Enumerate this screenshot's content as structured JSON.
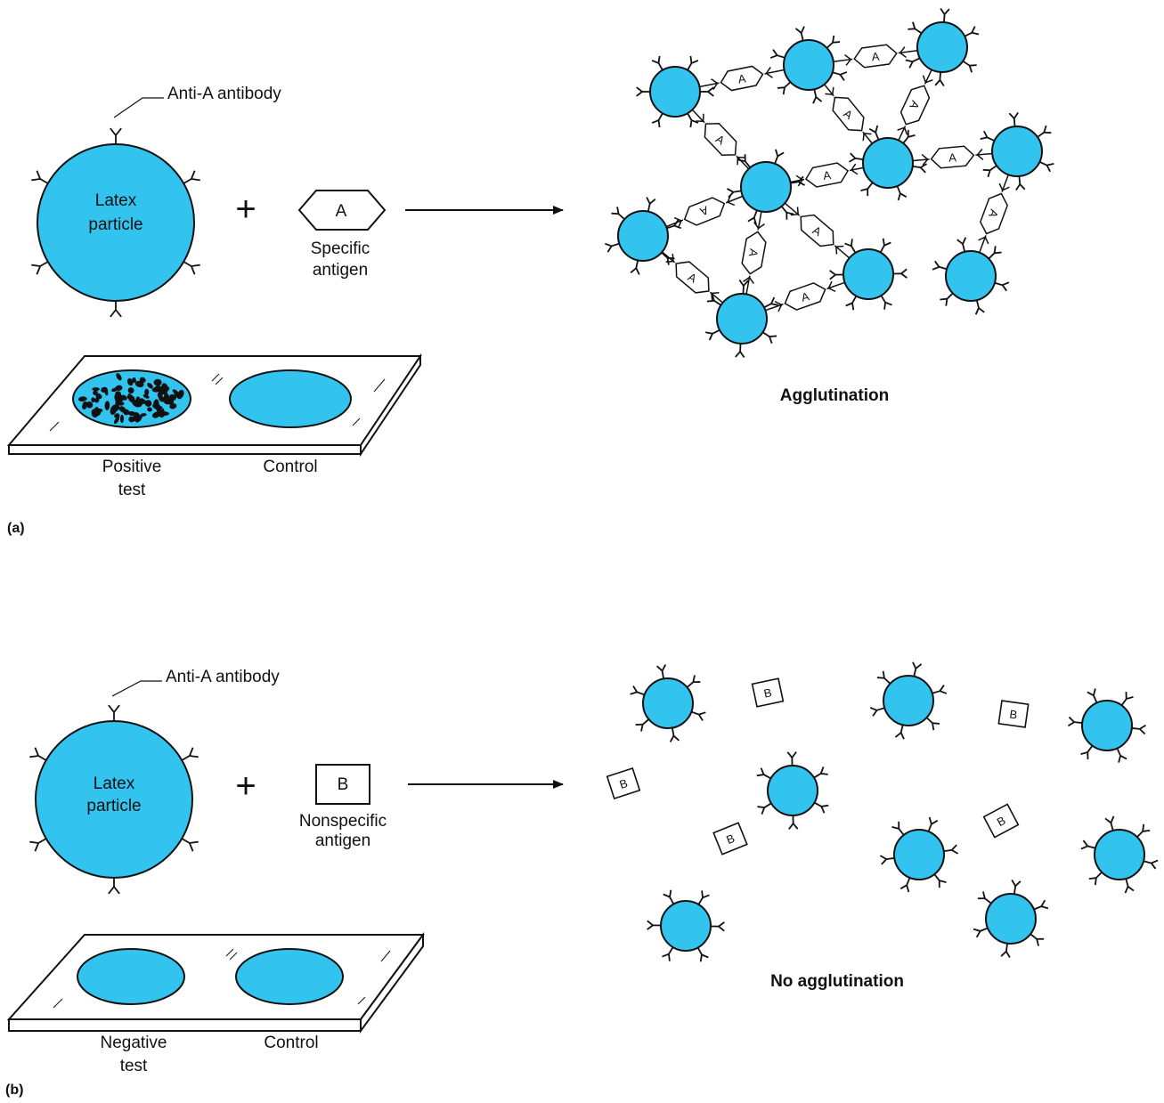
{
  "colors": {
    "particle": "#33c3ef",
    "stroke": "#111111",
    "background": "#ffffff"
  },
  "panel_a": {
    "label": "(a)",
    "antibody_label": "Anti-A antibody",
    "particle_label_line1": "Latex",
    "particle_label_line2": "particle",
    "plus": "+",
    "antigen_symbol": "A",
    "antigen_label_line1": "Specific",
    "antigen_label_line2": "antigen",
    "result_label": "Agglutination",
    "slide_left_line1": "Positive",
    "slide_left_line2": "test",
    "slide_right": "Control"
  },
  "panel_b": {
    "label": "(b)",
    "antibody_label": "Anti-A antibody",
    "particle_label_line1": "Latex",
    "particle_label_line2": "particle",
    "plus": "+",
    "antigen_symbol": "B",
    "antigen_label_line1": "Nonspecific",
    "antigen_label_line2": "antigen",
    "result_label": "No agglutination",
    "slide_left_line1": "Negative",
    "slide_left_line2": "test",
    "slide_right": "Control"
  }
}
